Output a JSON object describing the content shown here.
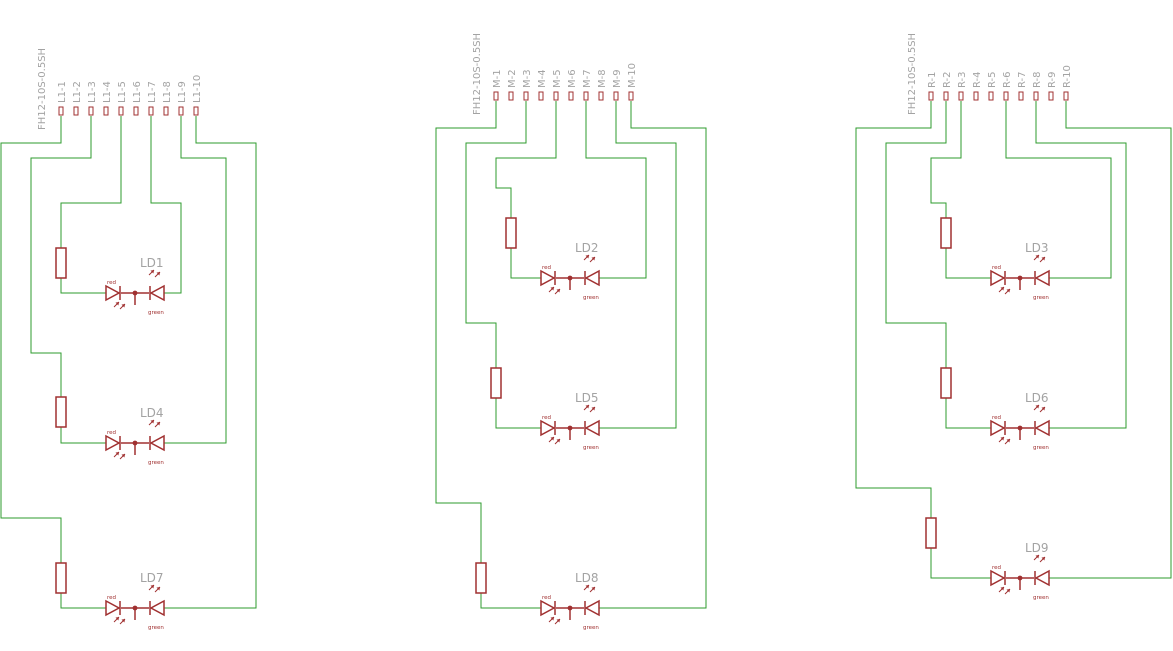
{
  "colors": {
    "wire": "#2e9b2e",
    "part": "#a03030",
    "label": "#a3a3a3",
    "background": "#ffffff"
  },
  "connectors": [
    {
      "name": "FH12-10S-0.5SH",
      "pins": [
        "L1-1",
        "L1-2",
        "L1-3",
        "L1-4",
        "L1-5",
        "L1-6",
        "L1-7",
        "L1-8",
        "L1-9",
        "L1-10"
      ]
    },
    {
      "name": "FH12-10S-0.5SH",
      "pins": [
        "M-1",
        "M-2",
        "M-3",
        "M-4",
        "M-5",
        "M-6",
        "M-7",
        "M-8",
        "M-9",
        "M-10"
      ]
    },
    {
      "name": "FH12-10S-0.5SH",
      "pins": [
        "R-1",
        "R-2",
        "R-3",
        "R-4",
        "R-5",
        "R-6",
        "R-7",
        "R-8",
        "R-9",
        "R-10"
      ]
    }
  ],
  "leds": [
    {
      "name": "LD1",
      "left": "red",
      "right": "green"
    },
    {
      "name": "LD2",
      "left": "red",
      "right": "green"
    },
    {
      "name": "LD3",
      "left": "red",
      "right": "green"
    },
    {
      "name": "LD4",
      "left": "red",
      "right": "green"
    },
    {
      "name": "LD5",
      "left": "red",
      "right": "green"
    },
    {
      "name": "LD6",
      "left": "red",
      "right": "green"
    },
    {
      "name": "LD7",
      "left": "red",
      "right": "green"
    },
    {
      "name": "LD8",
      "left": "red",
      "right": "green"
    },
    {
      "name": "LD9",
      "left": "red",
      "right": "green"
    }
  ]
}
